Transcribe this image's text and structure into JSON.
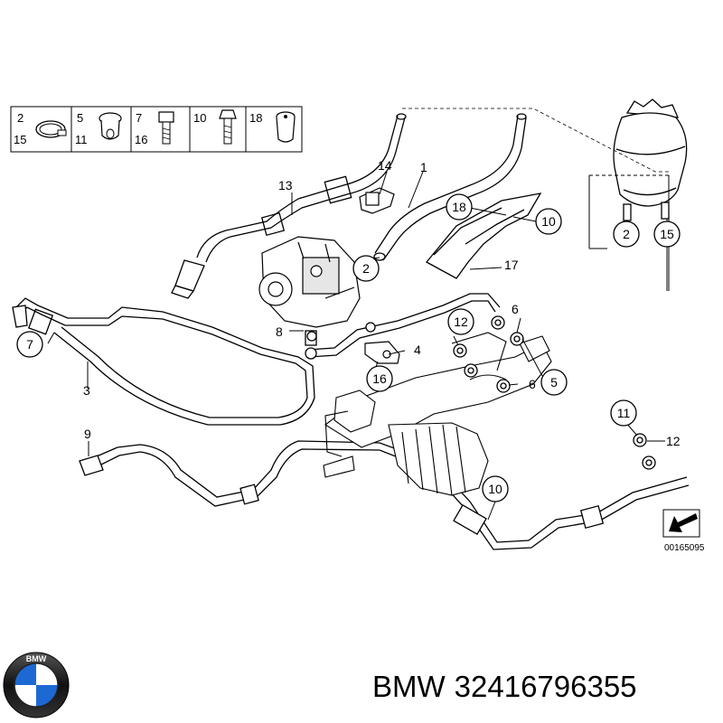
{
  "legend": {
    "cells": [
      {
        "top": "2",
        "bottom": "15",
        "icon": "clamp-icon"
      },
      {
        "top": "5",
        "bottom": "11",
        "icon": "banjo-bolt-icon"
      },
      {
        "top": "7",
        "bottom": "16",
        "icon": "bolt-icon"
      },
      {
        "top": "10",
        "bottom": "",
        "icon": "hex-bolt-icon"
      },
      {
        "top": "18",
        "bottom": "",
        "icon": "nut-icon"
      }
    ]
  },
  "callouts": {
    "c1": "1",
    "c2a": "2",
    "c2b": "2",
    "c3": "3",
    "c4": "4",
    "c5": "5",
    "c6a": "6",
    "c6b": "6",
    "c7": "7",
    "c8": "8",
    "c9": "9",
    "c10a": "10",
    "c10b": "10",
    "c11": "11",
    "c12a": "12",
    "c12b": "12",
    "c13": "13",
    "c14": "14",
    "c15": "15",
    "c16": "16",
    "c17": "17",
    "c18": "18"
  },
  "catalog_number": "00165095",
  "brand": {
    "name": "BMW",
    "part_number": "32416796355",
    "logo_letters": "BMW"
  },
  "colors": {
    "line": "#000000",
    "fill": "#ffffff",
    "shade": "#d8d8d8",
    "logo_blue": "#1c69d4"
  }
}
